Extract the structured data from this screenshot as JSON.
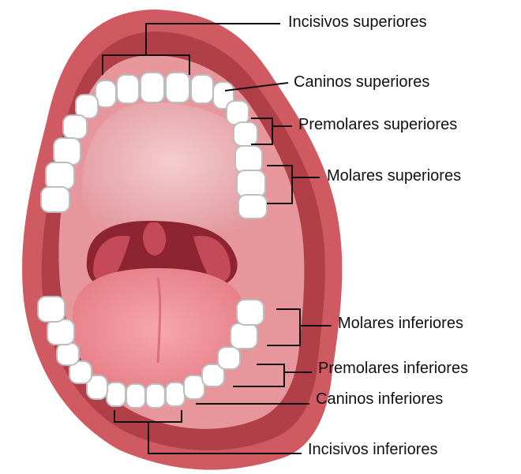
{
  "labels": {
    "incisivos_superiores": "Incisivos superiores",
    "caninos_superiores": "Caninos superiores",
    "premolares_superiores": "Premolares superiores",
    "molares_superiores": "Molares superiores",
    "molares_inferiores": "Molares inferiores",
    "premolares_inferiores": "Premolares inferiores",
    "caninos_inferiores": "Caninos inferiores",
    "incisivos_inferiores": "Incisivos inferiores"
  },
  "colors": {
    "lips": "#cf5a61",
    "lips_dark": "#a8343d",
    "gum": "#e7979c",
    "palate": "#e8a3a7",
    "palate_light": "#f3c9cb",
    "throat": "#8c2531",
    "uvula": "#c44a57",
    "tongue": "#ef8f96",
    "tooth": "#ffffff",
    "tooth_shade": "#c9c9c9",
    "leader_line": "#111111"
  }
}
